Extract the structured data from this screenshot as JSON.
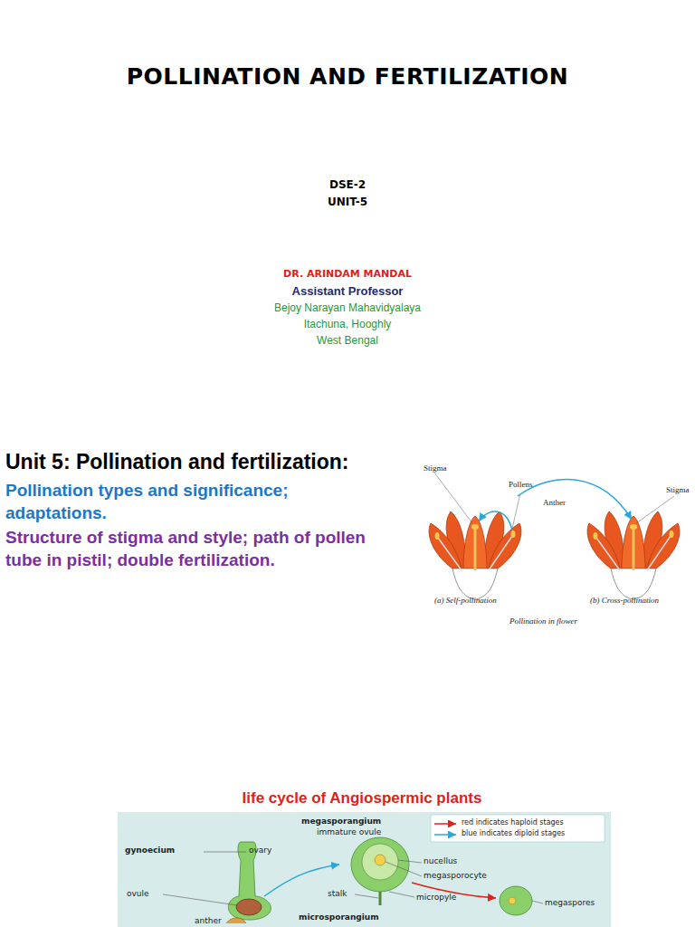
{
  "diagram": {
    "title": "POLLINATION AND FERTILIZATION",
    "labels": [
      "DSE-2",
      "UNIT-5",
      "DR. ARINDAM MANDAL",
      "Assistant Professor",
      "Bejoy Narayan Mahavidyalaya",
      "Itachuna, Hooghly",
      "West Bengal",
      "Unit 5: Pollination and fertilization:",
      "Pollination types and significance; adaptations.",
      "Structure of stigma and style; path of pollen tube in pistil; double fertilization.",
      "Stigma",
      "Pollens",
      "Anther",
      "Stigma",
      "(a) Self-pollination",
      "(b) Cross-pollination",
      "Pollination in flower",
      "life cycle of Angiospermic plants",
      "megasporangium",
      "immature ovule",
      "gynoecium",
      "ovary",
      "nucellus",
      "megasporocyte",
      "ovule",
      "stalk",
      "micropyle",
      "megaspores",
      "anther",
      "microsporangium"
    ],
    "legend": [
      {
        "text": "red indicates haploid stages"
      },
      {
        "text": "blue indicates diploid stages"
      }
    ]
  }
}
